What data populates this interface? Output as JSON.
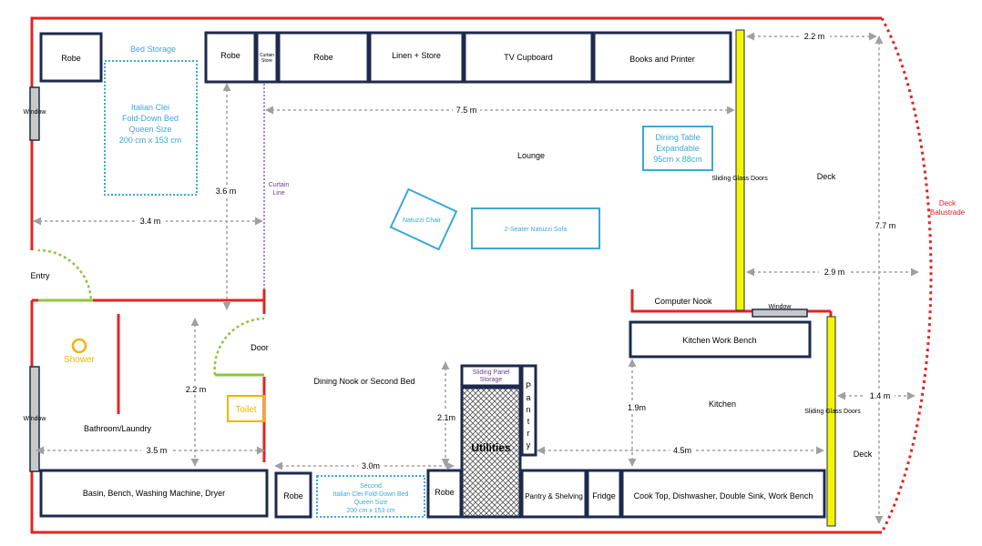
{
  "colors": {
    "wall": "#e02424",
    "furniture_border": "#1c2a4d",
    "bed_outline": "#3aa8d8",
    "door_swing": "#8cc63f",
    "sliding_door": "#f5f500",
    "curtain": "#6a3d8f",
    "dimension": "#a0a0a0",
    "shower": "#f0b400"
  },
  "rooms": {
    "lounge": "Lounge",
    "entry": "Entry",
    "dining_nook": "Dining Nook or Second Bed",
    "bathroom": "Bathroom/Laundry",
    "kitchen": "Kitchen",
    "computer_nook": "Computer Nook",
    "deck_upper": "Deck",
    "deck_lower": "Deck"
  },
  "fixtures": {
    "robe_1": "Robe",
    "robe_2": "Robe",
    "curtain_store_l1": "Curtain",
    "curtain_store_l2": "Store",
    "robe_3": "Robe",
    "linen_store": "Linen + Store",
    "tv_cupboard": "TV Cupboard",
    "books_printer": "Books and Printer",
    "bed_storage": "Bed Storage",
    "bed_l1": "Italian Clei",
    "bed_l2": "Fold-Down Bed",
    "bed_l3": "Queen Size",
    "bed_l4": "200 cm x 153 cm",
    "curtain_line_l1": "Curtain",
    "curtain_line_l2": "Line",
    "natuzzi_chair": "Natuzzi Chair",
    "natuzzi_sofa": "2-Seater Natuzzi Sofa",
    "dining_table_l1": "Dining Table",
    "dining_table_l2": "Expandable",
    "dining_table_l3": "95cm x 88cm",
    "sliding_doors_upper": "Sliding Glass Doors",
    "sliding_doors_lower": "Sliding Glass Doors",
    "deck_balustrade_l1": "Deck",
    "deck_balustrade_l2": "Balustrade",
    "window_left_top": "Window",
    "window_left_bottom": "Window",
    "window_kitchen": "Window",
    "shower": "Shower",
    "toilet": "Toilet",
    "door": "Door",
    "kitchen_bench": "Kitchen Work Bench",
    "sliding_panel_l1": "Sliding Panel",
    "sliding_panel_l2": "Storage",
    "pantry_letters": [
      "P",
      "a",
      "n",
      "t",
      "r",
      "y"
    ],
    "utilities": "Utilities",
    "basin_bench": "Basin, Bench, Washing Machine, Dryer",
    "robe_4": "Robe",
    "second_bed_l1": "Second",
    "second_bed_l2": "Italian Clei Fold-Down Bed",
    "second_bed_l3": "Queen Size",
    "second_bed_l4": "200 cm x 153 cm",
    "robe_5": "Robe",
    "pantry_shelving": "Pantry & Shelving",
    "fridge": "Fridge",
    "cooktop": "Cook Top, Dishwasher, Double Sink, Work Bench"
  },
  "dimensions": {
    "deck_top_width": "2.2 m",
    "lounge_width": "7.5 m",
    "bedroom_depth": "3.6 m",
    "bedroom_width": "3.4 m",
    "deck_height": "7.7 m",
    "deck_mid_width": "2.9 m",
    "bathroom_depth": "2.2 m",
    "bathroom_width": "3.5 m",
    "dining_depth": "2.1m",
    "dining_width": "3.0m",
    "kitchen_depth": "1.9m",
    "kitchen_width": "4.5m",
    "deck_lower_width": "1.4 m"
  }
}
